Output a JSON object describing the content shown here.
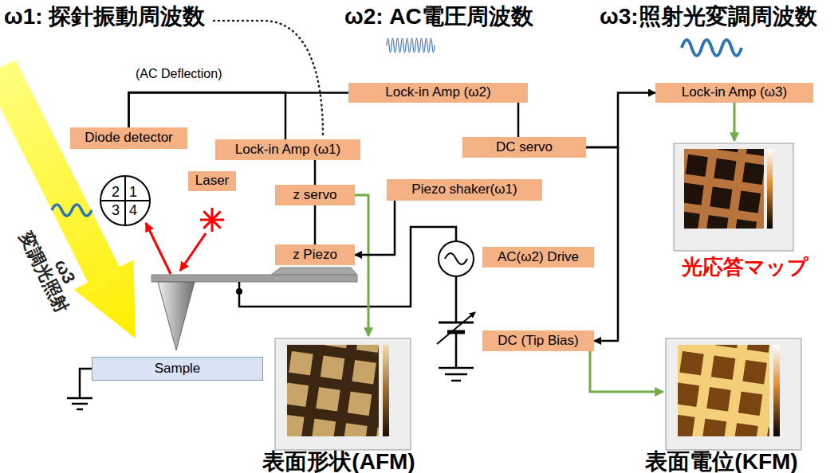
{
  "diagram": {
    "nodes": [
      {
        "text": [
          "Lock-in Amp (ω2)"
        ]
      },
      {
        "text": [
          "Lock-in Amp (ω3)"
        ]
      },
      {
        "text": [
          "Diode detector"
        ]
      },
      {
        "text": [
          "Lock-in Amp (ω1)"
        ]
      },
      {
        "text": [
          "DC servo"
        ]
      },
      {
        "text": [
          "2",
          "1",
          "3",
          "4"
        ]
      },
      {
        "text": [
          "Laser"
        ]
      },
      {
        "text": [
          "z servo"
        ]
      },
      {
        "text": [
          "Piezo shaker(ω1)"
        ]
      },
      {
        "text": [
          "z Piezo"
        ]
      },
      {
        "text": [
          "AC(ω2) Drive"
        ]
      },
      {
        "text": [
          "DC (Tip Bias)"
        ]
      },
      {
        "text": [
          "Sample"
        ]
      }
    ],
    "edges": [
      {
        "from": 2,
        "to": 0,
        "arrow": "none"
      },
      {
        "from": 2,
        "to": 3,
        "arrow": "none"
      },
      {
        "from": 3,
        "to": 7,
        "arrow": "none"
      },
      {
        "from": 7,
        "to": 9,
        "arrow": "none"
      },
      {
        "from": 8,
        "to": 9,
        "arrow": "to"
      },
      {
        "from": 0,
        "to": 4,
        "arrow": "none"
      },
      {
        "from": 4,
        "to": 1,
        "arrow": "to"
      },
      {
        "from": 4,
        "to": 11,
        "arrow": "to"
      }
    ],
    "labels": [
      "ω1: 探針振動周波数",
      "ω2: AC電圧周波数",
      "ω3:照射光変調周波数",
      "(AC Deflection)",
      "変調光照射",
      "ω3",
      "光応答マップ",
      "表面形状(AFM)",
      "表面電位(KFM)"
    ]
  }
}
